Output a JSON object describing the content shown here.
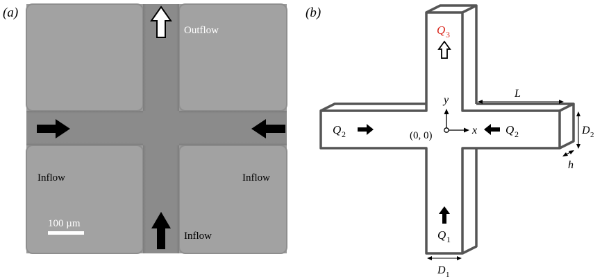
{
  "panel_a": {
    "label": "(a)",
    "outflow_label": "Outflow",
    "inflow_left_label": "Inflow",
    "inflow_right_label": "Inflow",
    "inflow_bottom_label": "Inflow",
    "scale_bar_label": "100 µm"
  },
  "panel_b": {
    "label": "(b)",
    "q3_label": "Q",
    "q3_sub": "3",
    "q2_left_label": "Q",
    "q2_left_sub": "2",
    "q2_right_label": "Q",
    "q2_right_sub": "2",
    "q1_label": "Q",
    "q1_sub": "1",
    "origin_label": "(0, 0)",
    "x_axis_label": "x",
    "y_axis_label": "y",
    "length_label": "L",
    "depth2_label": "D",
    "depth2_sub": "2",
    "height_label": "h",
    "depth1_label": "D",
    "depth1_sub": "1"
  },
  "colors": {
    "q3_highlight": "#d9261c",
    "outline": "#555555",
    "micrograph_bg": "#9a9a9a",
    "channel": "#8a8a8a"
  }
}
